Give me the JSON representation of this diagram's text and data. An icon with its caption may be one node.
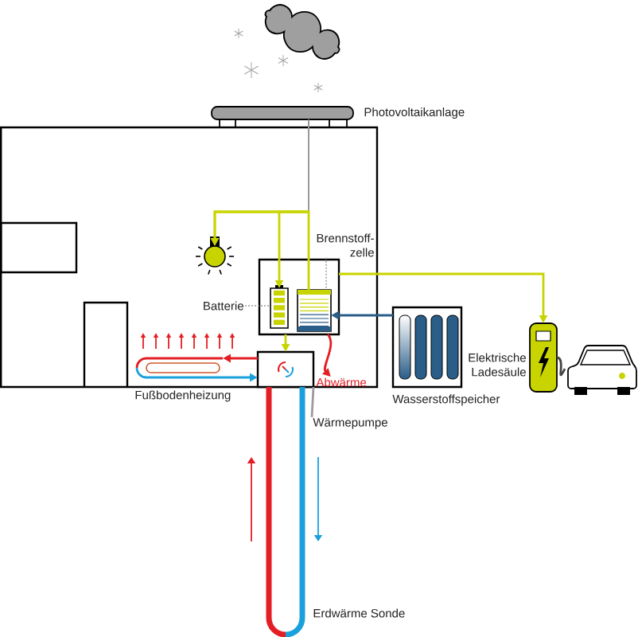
{
  "diagram": {
    "nodes": [
      {
        "text": [
          "Photovoltaikanlage"
        ]
      },
      {
        "text": [],
        "shape": "bulb"
      },
      {
        "text": [],
        "shape": "box"
      },
      {
        "text": [
          "Batterie"
        ]
      },
      {
        "text": [],
        "shape": "battery",
        "in": 2
      },
      {
        "text": [
          "Brennstoff- zelle"
        ]
      },
      {
        "text": [],
        "shape": "stack",
        "in": 2
      },
      {
        "text": [],
        "shape": "box"
      },
      {
        "text": [
          "Wärmepumpe"
        ]
      },
      {
        "text": [
          "Abwärme"
        ]
      },
      {
        "text": [
          "Fußbodenheizung"
        ]
      },
      {
        "text": [
          "Elektrische Ladesäule"
        ]
      },
      {
        "text": [
          "Wasserstoffspeicher"
        ]
      },
      {
        "text": [],
        "shape": "car"
      },
      {
        "text": [
          "Erdwärme Sonde"
        ]
      }
    ],
    "edges": [
      {
        "from": 0,
        "to": 1,
        "arrow": "to"
      },
      {
        "from": 0,
        "to": 4,
        "arrow": "to"
      },
      {
        "from": 6,
        "to": 1,
        "arrow": "to"
      },
      {
        "from": 2,
        "to": 7,
        "arrow": "to"
      },
      {
        "from": 2,
        "to": 11,
        "arrow": "to"
      },
      {
        "from": 12,
        "to": 6,
        "arrow": "to",
        "color": "#2a5d88"
      },
      {
        "from": 11,
        "to": 13,
        "arrow": "none",
        "color": "#444444"
      },
      {
        "from": 3,
        "to": 4,
        "arrow": "none",
        "style": "dashed",
        "color": "#9b9b9b"
      },
      {
        "from": 5,
        "to": 6,
        "arrow": "none",
        "style": "dashed",
        "color": "#9b9b9b"
      },
      {
        "from": 8,
        "to": 7,
        "arrow": "none",
        "color": "#9b9b9b"
      },
      {
        "from": 2,
        "to": 9,
        "arrow": "to",
        "color": "#e31e24"
      },
      {
        "from": 7,
        "to": 10,
        "arrow": "to",
        "color": "#e31e24"
      },
      {
        "from": 10,
        "to": 7,
        "arrow": "to",
        "color": "#1aa1db"
      },
      {
        "from": 14,
        "to": 7,
        "arrow": "none",
        "style": "thick",
        "color": "#e31e24"
      },
      {
        "from": 7,
        "to": 14,
        "arrow": "none",
        "style": "thick",
        "color": "#1aa1db"
      }
    ]
  }
}
